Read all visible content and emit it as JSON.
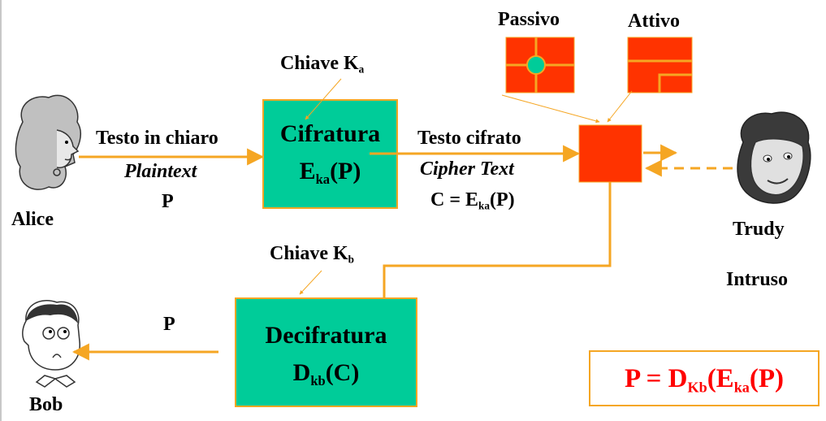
{
  "alice": {
    "name": "Alice"
  },
  "bob": {
    "name": "Bob"
  },
  "trudy": {
    "name": "Trudy",
    "role": "Intruso"
  },
  "plaintext": {
    "line1": "Testo in chiaro",
    "line2": "Plaintext",
    "line3": "P"
  },
  "key_a": {
    "prefix": "Chiave K",
    "sub": "a"
  },
  "key_b": {
    "prefix": "Chiave K",
    "sub": "b"
  },
  "encrypt": {
    "title": "Cifratura",
    "fn": "E",
    "fn_sub": "ka",
    "arg": "(P)"
  },
  "decrypt": {
    "title": "Decifratura",
    "fn": "D",
    "fn_sub": "kb",
    "arg": "(C)"
  },
  "ciphertext": {
    "line1": "Testo cifrato",
    "line2": "Cipher Text",
    "eq_prefix": "C = E",
    "eq_sub": "ka",
    "eq_suffix": "(P)"
  },
  "attack": {
    "passive": "Passivo",
    "active": "Attivo"
  },
  "output": {
    "p": "P"
  },
  "formula": {
    "lhs": "P = D",
    "sub1": "Kb",
    "mid": "(E",
    "sub2": "ka",
    "rhs": "(P)"
  },
  "colors": {
    "box_green": "#00cc99",
    "box_border": "#f5a623",
    "intruder_red": "#ff3300",
    "arrow_orange": "#f5a623",
    "formula_red": "#ff0000"
  }
}
